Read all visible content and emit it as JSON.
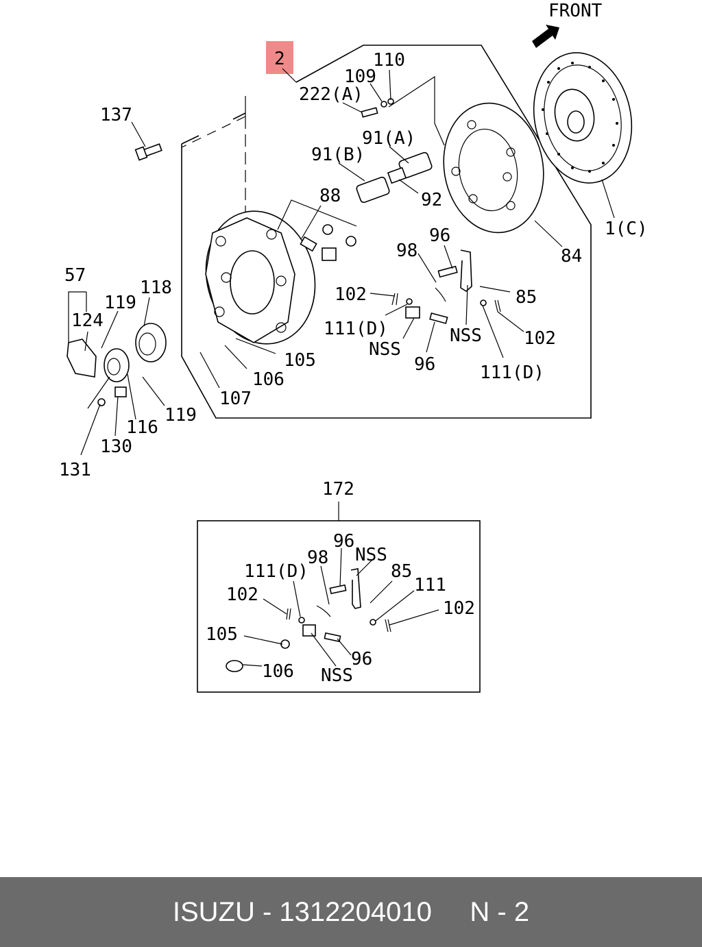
{
  "diagram": {
    "front_label": "FRONT",
    "callouts": {
      "c2": "2",
      "c110": "110",
      "c109": "109",
      "c222a": "222(A)",
      "c137": "137",
      "c91a": "91(A)",
      "c91b": "91(B)",
      "c88": "88",
      "c92": "92",
      "c1c": "1(C)",
      "c84": "84",
      "c96a": "96",
      "c98a": "98",
      "c85a": "85",
      "c102a": "102",
      "c102b": "102",
      "c111da": "111(D)",
      "c111db": "111(D)",
      "c nssa": "NSS",
      "cnssb": "NSS",
      "c96b": "96",
      "c57": "57",
      "c124": "124",
      "c119a": "119",
      "c118": "118",
      "c105a": "105",
      "c106a": "106",
      "c107": "107",
      "c116": "116",
      "c119b": "119",
      "c130": "130",
      "c131": "131",
      "c172": "172",
      "c96c": "96",
      "c98b": "98",
      "cnssc": "NSS",
      "c111dc": "111(D)",
      "c85b": "85",
      "c111": "111",
      "c102c": "102",
      "c102d": "102",
      "c105b": "105",
      "c96d": "96",
      "c106b": "106",
      "cnssd": "NSS"
    },
    "highlight_color": "#f08a8a"
  },
  "footer": {
    "text": "ISUZU - 1312204010     N - 2",
    "background": "#6b6b6b"
  }
}
